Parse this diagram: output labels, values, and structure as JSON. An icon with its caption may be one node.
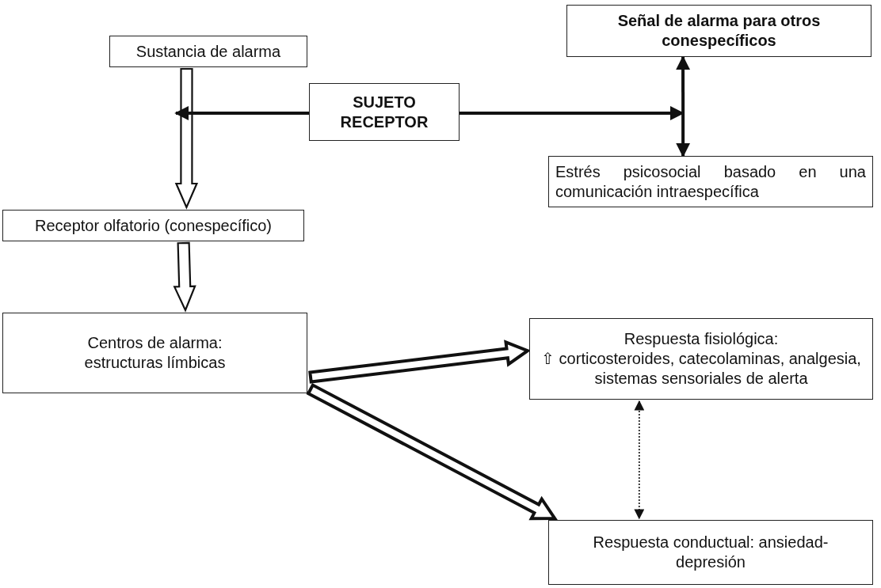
{
  "diagram": {
    "nodes": [
      {
        "text": [
          "Sustancia de alarma"
        ]
      },
      {
        "text": [
          "SUJETO RECEPTOR"
        ]
      },
      {
        "text": [
          "Señal de alarma para otros conespecíficos"
        ]
      },
      {
        "text": [
          "Estrés psicosocial basado en una comunicación intraespecífica"
        ]
      },
      {
        "text": [
          "Receptor olfatorio (conespecífico)"
        ]
      },
      {
        "text": [
          "Centros de alarma: estructuras límbicas"
        ]
      },
      {
        "text": [
          "Respuesta fisiológica:",
          "⇧ corticosteroides, catecolaminas, analgesia, sistemas sensoriales de alerta"
        ]
      },
      {
        "text": [
          "Respuesta conductual: ansiedad-depresión"
        ]
      }
    ],
    "edges": [
      {
        "from": 0,
        "to": 4,
        "arrow": "to"
      },
      {
        "from": 1,
        "to": null,
        "arrow": "to"
      },
      {
        "from": 1,
        "to": null,
        "arrow": "to"
      },
      {
        "from": 2,
        "to": 3,
        "arrow": "both"
      },
      {
        "from": 4,
        "to": 5,
        "arrow": "to"
      },
      {
        "from": 5,
        "to": 6,
        "arrow": "to"
      },
      {
        "from": 5,
        "to": 7,
        "arrow": "to"
      },
      {
        "from": 6,
        "to": 7,
        "arrow": "both",
        "style": "dashed"
      }
    ]
  }
}
